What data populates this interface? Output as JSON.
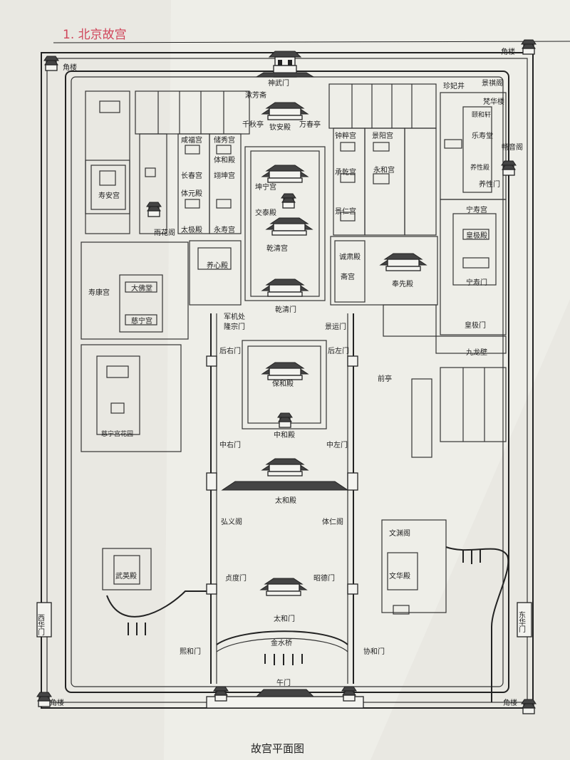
{
  "header": {
    "title": "1. 北京故宫",
    "title_color": "#d0455a"
  },
  "caption": "故宫平面图",
  "labels": {
    "jiaolou_nw": "角楼",
    "jiaolou_ne": "角楼",
    "jiaolou_sw": "角楼",
    "jiaolou_se": "角楼",
    "shenwumen": "神武门",
    "shufangzhai": "漱芳斋",
    "qianqiuting": "千秋亭",
    "qinandian": "钦安殿",
    "wanchunting": "万春亭",
    "zhenfeijing": "珍妃井",
    "jingqige": "景祺阁",
    "fanhualou": "梵华楼",
    "yuhexuan": "颐和轩",
    "leshoutang": "乐寿堂",
    "changyinge": "畅音阁",
    "yangxingdian": "养性殿",
    "yangxingmen": "养性门",
    "xianfugong": "咸福宫",
    "chuxiugong": "储秀宫",
    "tihedian": "体和殿",
    "changchungong": "长春宫",
    "yikungong": "翊坤宫",
    "tiyuandian": "体元殿",
    "taijidian": "太极殿",
    "yongshougong": "永寿宫",
    "shouangong": "寿安宫",
    "yuhuage": "雨花阁",
    "kunninggong": "坤宁宫",
    "jiaotaidian": "交泰殿",
    "qianqinggong": "乾清宫",
    "qianqingmen": "乾清门",
    "zhongcuigong": "钟粹宫",
    "jingyanggong": "景阳宫",
    "chengqiangong": "承乾宫",
    "yonghegong": "永和宫",
    "jingrengong": "景仁宫",
    "ningshougong": "宁寿宫",
    "huangjidian": "皇极殿",
    "ningshoumen": "宁寿门",
    "yangxindian": "养心殿",
    "shoukanggong": "寿康宫",
    "dafotang": "大佛堂",
    "cininggong": "慈宁宫",
    "junjichu": "军机处",
    "longzongmen": "隆宗门",
    "chengsudian": "诚肃殿",
    "zhaigong": "斋宫",
    "fengxiandian": "奉先殿",
    "jingyunmen": "景运门",
    "huangjimen": "皇极门",
    "jiulongbi": "九龙壁",
    "houyoumen": "后右门",
    "houzuomen": "后左门",
    "baohedian": "保和殿",
    "qianting": "前亭",
    "cininggonghuayuan": "慈宁宫花园",
    "zhongyoumen": "中右门",
    "zhonghedian": "中和殿",
    "zhongzuomen": "中左门",
    "taihedian": "太和殿",
    "hongyige": "弘义阁",
    "tirenge": "体仁阁",
    "wenyuange": "文渊阁",
    "wuyingdian": "武英殿",
    "wenhuadian": "文华殿",
    "zhendumen": "贞度门",
    "zhaodemen": "昭德门",
    "taihemen": "太和门",
    "jinshuiqiao": "金水桥",
    "xihuamen": "西华门",
    "donghuamen": "东华门",
    "xihemen": "熙和门",
    "xiehemen": "协和门",
    "wumen": "午门"
  }
}
